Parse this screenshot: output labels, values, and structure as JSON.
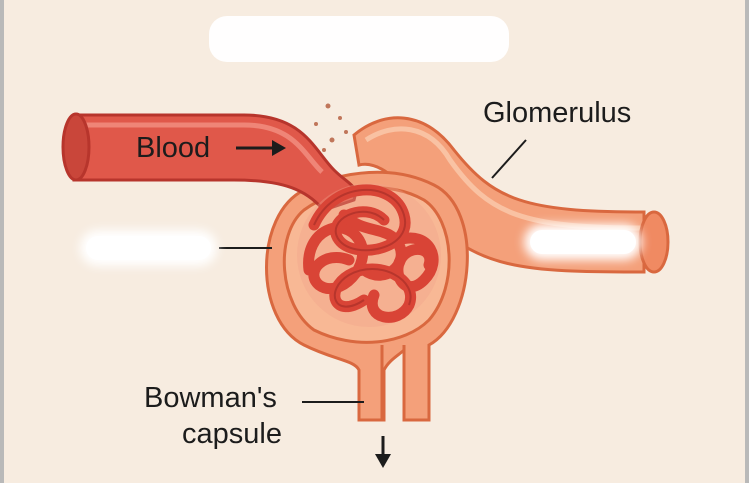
{
  "labels": {
    "blood": "Blood",
    "glomerulus": "Glomerulus",
    "bowmans_line1": "Bowman's",
    "bowmans_line2": "capsule"
  },
  "colors": {
    "background": "#f7ece0",
    "vessel": "#e0584a",
    "vessel_dark": "#b7352c",
    "capsule": "#f4a07a",
    "capsule_dark": "#d9683f",
    "capillary": "#d94436",
    "text": "#1c1c1c"
  }
}
